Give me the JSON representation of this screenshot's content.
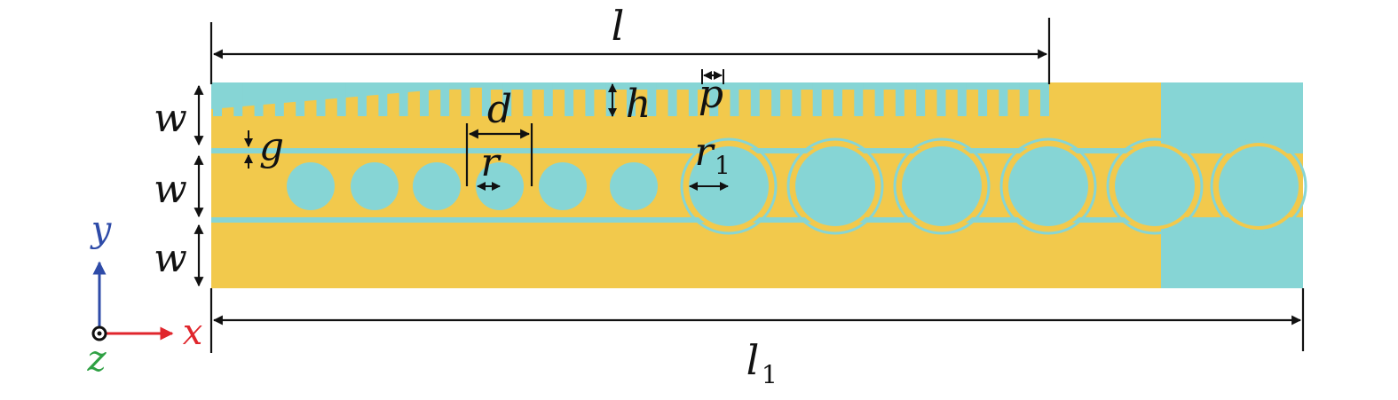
{
  "colors": {
    "metal": "#F2C94C",
    "dielectric": "#86D5D5",
    "axis_x": "#E0262C",
    "axis_y": "#2E4BA8",
    "axis_z": "#2EA043",
    "line": "#111111"
  },
  "labels": {
    "l": "l",
    "l1_main": "l",
    "l1_sub": "1",
    "w_top": "w",
    "w_mid": "w",
    "w_bot": "w",
    "g": "g",
    "d": "d",
    "r": "r",
    "r1_main": "r",
    "r1_sub": "1",
    "h": "h",
    "p": "p"
  },
  "axes": {
    "x": "x",
    "y": "y",
    "z": "z"
  },
  "icons": {
    "dimension_arrow": "double-headed-arrow",
    "axis_origin": "z-axis-out-of-page-dot"
  }
}
